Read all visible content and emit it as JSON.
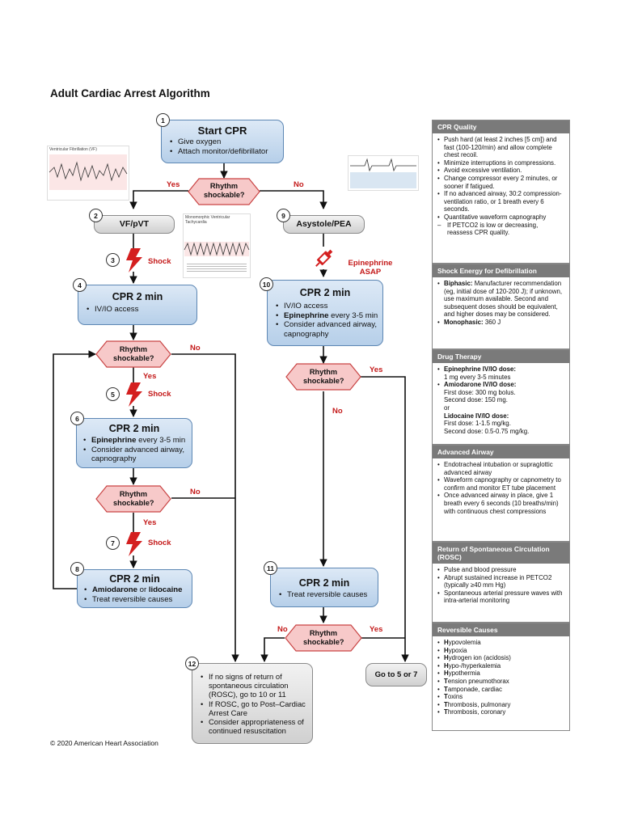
{
  "title": "Adult Cardiac Arrest Algorithm",
  "copyright": "© 2020 American Heart Association",
  "steps": {
    "s1": {
      "num": "1",
      "title": "Start CPR",
      "items": [
        "Give oxygen",
        "Attach monitor/defibrillator"
      ]
    },
    "s2": {
      "num": "2",
      "title": "VF/pVT"
    },
    "s3": {
      "num": "3",
      "label": "Shock"
    },
    "s4": {
      "num": "4",
      "title": "CPR 2 min",
      "items": [
        "IV/IO access"
      ]
    },
    "s5": {
      "num": "5",
      "label": "Shock"
    },
    "s6": {
      "num": "6",
      "title": "CPR 2 min",
      "items": [
        [
          "Epinephrine",
          " every 3-5 min"
        ],
        [
          "",
          "Consider advanced airway, capnography"
        ]
      ]
    },
    "s7": {
      "num": "7",
      "label": "Shock"
    },
    "s8": {
      "num": "8",
      "title": "CPR 2 min",
      "items": [
        [
          "Amiodarone",
          " or ",
          "lidocaine"
        ],
        [
          "",
          "Treat reversible causes"
        ]
      ]
    },
    "s9": {
      "num": "9",
      "title": "Asystole/PEA",
      "drug": "Epinephrine ASAP"
    },
    "s10": {
      "num": "10",
      "title": "CPR 2 min",
      "items": [
        [
          "",
          "IV/IO access"
        ],
        [
          "Epinephrine",
          " every 3-5 min"
        ],
        [
          "",
          "Consider advanced airway, capnography"
        ]
      ]
    },
    "s11": {
      "num": "11",
      "title": "CPR 2 min",
      "items": [
        "Treat reversible causes"
      ]
    },
    "s12": {
      "num": "12",
      "items": [
        "If no signs of return of spontaneous circulation (ROSC), go to 10 or 11",
        "If ROSC, go to Post–Cardiac Arrest Care",
        "Consider appropriateness of continued resuscitation"
      ]
    },
    "goto": "Go to 5 or 7"
  },
  "decision": "Rhythm shockable?",
  "yes": "Yes",
  "no": "No",
  "rhythm_strips": {
    "vf": "Ventricular Fibrillation (VF)",
    "vt": "Monomorphic Ventricular Tachycardia"
  },
  "panels": {
    "cpr_quality": {
      "title": "CPR Quality",
      "items": [
        "Push hard (at least 2 inches [5 cm]) and fast (100-120/min) and allow complete chest recoil.",
        "Minimize interruptions in compressions.",
        "Avoid excessive ventilation.",
        "Change compressor every 2 minutes, or sooner if fatigued.",
        "If no advanced airway, 30:2 compression-ventilation ratio, or 1 breath every 6 seconds.",
        "Quantitative waveform capnography"
      ],
      "sub": "If PETCO2 is low or decreasing, reassess CPR quality."
    },
    "shock_energy": {
      "title": "Shock Energy for Defibrillation",
      "biphasic_label": "Biphasic:",
      "biphasic": " Manufacturer recommendation (eg, initial dose of 120-200 J); if unknown, use maximum available. Second and subsequent doses should be equivalent, and higher doses may be considered.",
      "mono_label": "Monophasic:",
      "mono": " 360 J"
    },
    "drug": {
      "title": "Drug Therapy",
      "epi_label": "Epinephrine IV/IO dose:",
      "epi": "1 mg every 3-5 minutes",
      "amio_label": "Amiodarone IV/IO dose:",
      "amio1": "First dose: 300 mg bolus.",
      "amio2": "Second dose: 150 mg.",
      "or": "or",
      "lido_label": "Lidocaine IV/IO dose:",
      "lido1": "First dose: 1-1.5 mg/kg.",
      "lido2": "Second dose: 0.5-0.75 mg/kg."
    },
    "airway": {
      "title": "Advanced Airway",
      "items": [
        "Endotracheal intubation or supraglottic advanced airway",
        "Waveform capnography or capnometry to confirm and monitor ET tube placement",
        "Once advanced airway in place, give 1 breath every 6 seconds (10 breaths/min) with continuous chest compressions"
      ]
    },
    "rosc": {
      "title": "Return of Spontaneous Circulation (ROSC)",
      "items": [
        "Pulse and blood pressure",
        "Abrupt sustained increase in PETCO2 (typically ≥40 mm Hg)",
        "Spontaneous arterial pressure waves with intra-arterial monitoring"
      ]
    },
    "reversible": {
      "title": "Reversible Causes",
      "items": [
        [
          "H",
          "ypovolemia"
        ],
        [
          "H",
          "ypoxia"
        ],
        [
          "H",
          "ydrogen ion (acidosis)"
        ],
        [
          "H",
          "ypo-/hyperkalemia"
        ],
        [
          "H",
          "ypothermia"
        ],
        [
          "T",
          "ension pneumothorax"
        ],
        [
          "T",
          "amponade, cardiac"
        ],
        [
          "T",
          "oxins"
        ],
        [
          "T",
          "hrombosis, pulmonary"
        ],
        [
          "T",
          "hrombosis, coronary"
        ]
      ]
    }
  },
  "colors": {
    "box_blue": "#b6cfe9",
    "box_border": "#5d87b4",
    "decision_fill": "#f7c9c9",
    "decision_border": "#c94444",
    "shock_red": "#d41f1f",
    "panel_header": "#7a7a7a"
  }
}
